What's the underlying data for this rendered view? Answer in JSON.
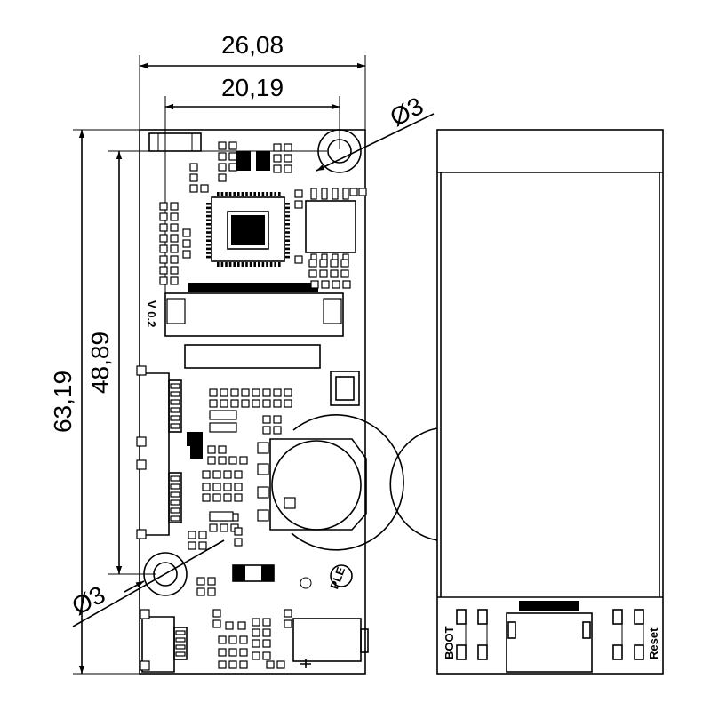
{
  "dimensions": {
    "overall_width": "26,08",
    "hole_spacing": "20,19",
    "overall_height": "63,19",
    "hole_vertical_spacing": "48,89",
    "hole_diameter_top": "Ø3",
    "hole_diameter_bottom": "Ø3"
  },
  "silkscreen": {
    "version": "V 0.2",
    "boot_label": "BOOT",
    "reset_label": "Reset",
    "logo": "PLE"
  },
  "colors": {
    "line": "#000000",
    "background": "#ffffff"
  }
}
